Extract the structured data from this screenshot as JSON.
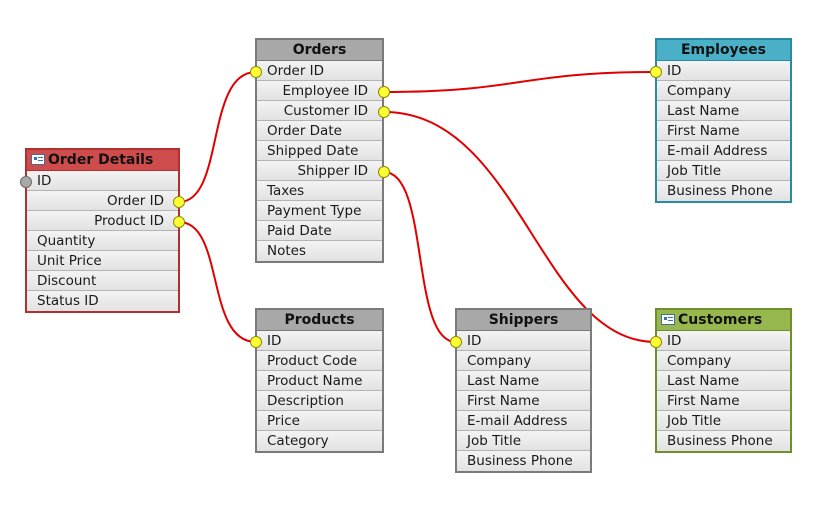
{
  "colors": {
    "link": "#e00000",
    "header_default": "#a8a8a8",
    "header_order_details": "#cf4c4c",
    "header_employees": "#4ab0c8",
    "header_customers": "#96b84e",
    "border_default": "#7a7a7a",
    "border_order_details": "#b03030",
    "border_employees": "#2a8aa2",
    "border_customers": "#6e8f2a",
    "connector": "#ffff33"
  },
  "tables": {
    "order_details": {
      "title": "Order Details",
      "icon": "table-icon",
      "fields": [
        "ID",
        "Order ID",
        "Product ID",
        "Quantity",
        "Unit Price",
        "Discount",
        "Status ID"
      ]
    },
    "orders": {
      "title": "Orders",
      "fields": [
        "Order ID",
        "Employee ID",
        "Customer ID",
        "Order Date",
        "Shipped Date",
        "Shipper ID",
        "Taxes",
        "Payment Type",
        "Paid Date",
        "Notes"
      ]
    },
    "employees": {
      "title": "Employees",
      "fields": [
        "ID",
        "Company",
        "Last Name",
        "First Name",
        "E-mail Address",
        "Job Title",
        "Business Phone"
      ]
    },
    "products": {
      "title": "Products",
      "fields": [
        "ID",
        "Product Code",
        "Product Name",
        "Description",
        "Price",
        "Category"
      ]
    },
    "shippers": {
      "title": "Shippers",
      "fields": [
        "ID",
        "Company",
        "Last Name",
        "First Name",
        "E-mail Address",
        "Job Title",
        "Business Phone"
      ]
    },
    "customers": {
      "title": "Customers",
      "icon": "table-icon",
      "fields": [
        "ID",
        "Company",
        "Last Name",
        "First Name",
        "Job Title",
        "Business Phone"
      ]
    }
  },
  "relationships": [
    {
      "from": "Order Details.Order ID",
      "to": "Orders.Order ID"
    },
    {
      "from": "Order Details.Product ID",
      "to": "Products.ID"
    },
    {
      "from": "Orders.Employee ID",
      "to": "Employees.ID"
    },
    {
      "from": "Orders.Customer ID",
      "to": "Customers.ID"
    },
    {
      "from": "Orders.Shipper ID",
      "to": "Shippers.ID"
    }
  ]
}
